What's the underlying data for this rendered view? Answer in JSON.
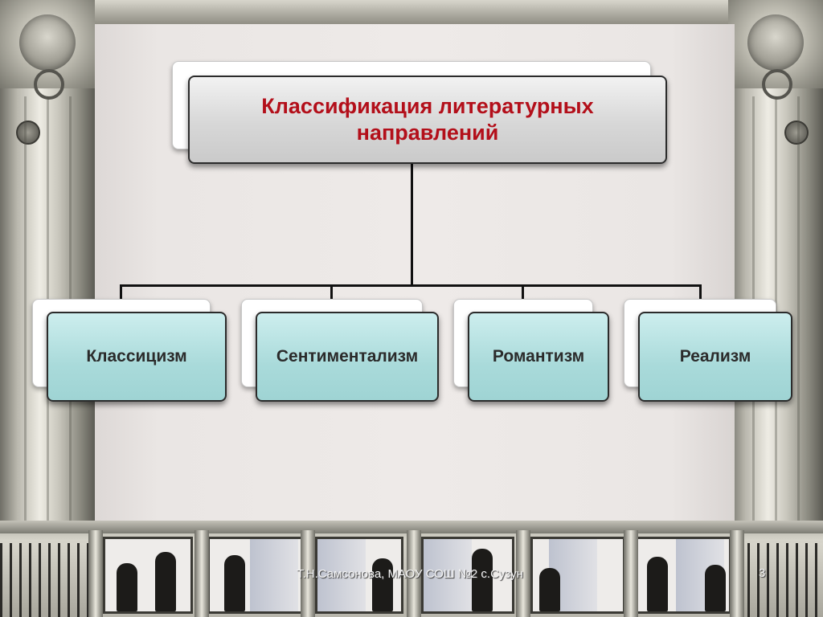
{
  "diagram": {
    "title": "Классификация литературных направлений",
    "items": [
      "Классицизм",
      "Сентиментализм",
      "Романтизм",
      "Реализм"
    ]
  },
  "footer": {
    "author": "Т.Н.Самсонова, МАОУ СОШ №2 с.Сузун",
    "page": "3"
  }
}
